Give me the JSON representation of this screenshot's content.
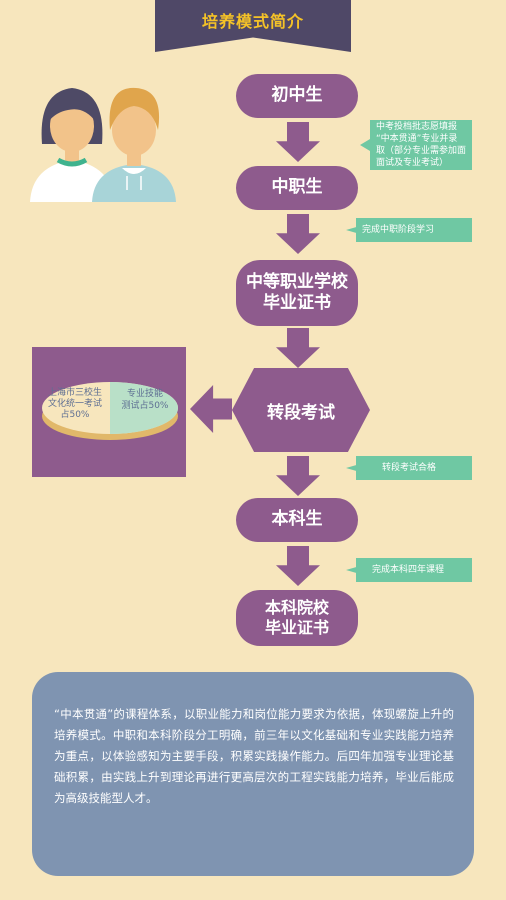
{
  "banner": {
    "title": "培养模式简介"
  },
  "flow": {
    "step1": "初中生",
    "step2": "中职生",
    "step3_line1": "中等职业学校",
    "step3_line2": "毕业证书",
    "step4": "转段考试",
    "step5": "本科生",
    "step6_line1": "本科院校",
    "step6_line2": "毕业证书"
  },
  "notes": {
    "n1_l1": "中考投档批志愿填报",
    "n1_l2": "“中本贯通”专业并录",
    "n1_l3": "取（部分专业需参加面",
    "n1_l4": "面试及专业考试）",
    "n2": "完成中职阶段学习",
    "n3": "转段考试合格",
    "n4": "完成本科四年课程"
  },
  "exam": {
    "left_l1": "上海市三校生",
    "left_l2": "文化统一考试",
    "left_l3": "占50%",
    "right_l1": "专业技能",
    "right_l2": "测试占50%"
  },
  "exam_chart": {
    "type": "pie",
    "slices": [
      {
        "label": "文化统一考试",
        "value": 50
      },
      {
        "label": "专业技能测试",
        "value": 50
      }
    ]
  },
  "info": {
    "text": "“中本贯通”的课程体系，以职业能力和岗位能力要求为依据，体现螺旋上升的培养模式。中职和本科阶段分工明确，前三年以文化基础和专业实践能力培养为重点，以体验感知为主要手段，积累实践操作能力。后四年加强专业理论基础积累，由实践上升到理论再进行更高层次的工程实践能力培养，毕业后能成为高级技能型人才。"
  },
  "colors": {
    "background": "#f7e6bd",
    "purple": "#8e5b8d",
    "green": "#6fc8a3",
    "slate": "#7f94b1",
    "gold": "#f4c227"
  }
}
